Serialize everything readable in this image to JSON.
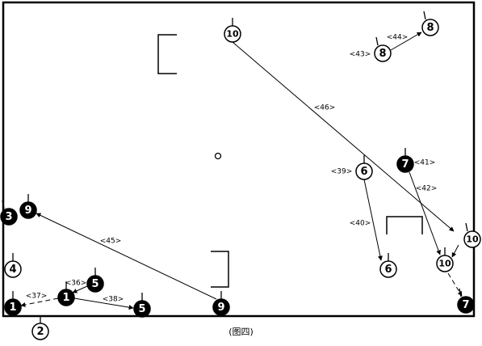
{
  "caption": "(图四)",
  "players": [
    {
      "id": "p10-top",
      "number": "10",
      "team": "white"
    },
    {
      "id": "p8-topright",
      "number": "8",
      "team": "white"
    },
    {
      "id": "p8-top",
      "number": "8",
      "team": "white"
    },
    {
      "id": "p7-mid",
      "number": "7",
      "team": "black"
    },
    {
      "id": "p6-mid",
      "number": "6",
      "team": "white"
    },
    {
      "id": "p6-low",
      "number": "6",
      "team": "white"
    },
    {
      "id": "p10-right",
      "number": "10",
      "team": "white"
    },
    {
      "id": "p10-low",
      "number": "10",
      "team": "white"
    },
    {
      "id": "p7-low",
      "number": "7",
      "team": "black"
    },
    {
      "id": "p9-left",
      "number": "9",
      "team": "black"
    },
    {
      "id": "p3-left",
      "number": "3",
      "team": "black"
    },
    {
      "id": "p4-left",
      "number": "4",
      "team": "white"
    },
    {
      "id": "p5-upper",
      "number": "5",
      "team": "black"
    },
    {
      "id": "p1-center",
      "number": "1",
      "team": "black"
    },
    {
      "id": "p1-left",
      "number": "1",
      "team": "black"
    },
    {
      "id": "p5-lower",
      "number": "5",
      "team": "black"
    },
    {
      "id": "p9-bottom",
      "number": "9",
      "team": "black"
    },
    {
      "id": "p2-outside",
      "number": "2",
      "team": "white"
    }
  ],
  "steps": [
    {
      "label": "<36>"
    },
    {
      "label": "<37>"
    },
    {
      "label": "<38>"
    },
    {
      "label": "<39>"
    },
    {
      "label": "<40>"
    },
    {
      "label": "<41>"
    },
    {
      "label": "<42>"
    },
    {
      "label": "<43>"
    },
    {
      "label": "<44>"
    },
    {
      "label": "<45>"
    },
    {
      "label": "<46>"
    }
  ],
  "colors": {
    "line": "#000000",
    "background": "#ffffff",
    "white_team_fill": "#ffffff",
    "black_team_fill": "#000000"
  }
}
